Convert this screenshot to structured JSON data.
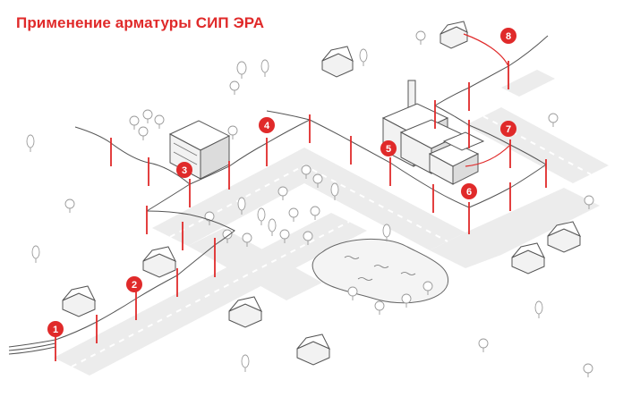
{
  "title": "Применение арматуры СИП ЭРА",
  "colors": {
    "accent": "#e02a2a"
  },
  "markers": [
    {
      "label": "1"
    },
    {
      "label": "2"
    },
    {
      "label": "3"
    },
    {
      "label": "4"
    },
    {
      "label": "5"
    },
    {
      "label": "6"
    },
    {
      "label": "7"
    },
    {
      "label": "8"
    }
  ]
}
